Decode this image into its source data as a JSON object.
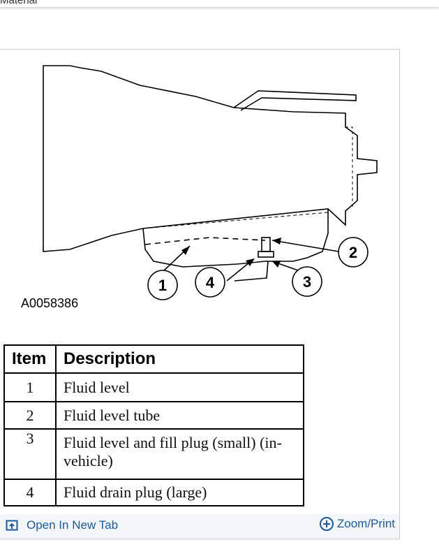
{
  "header": {
    "partial_label": "Material"
  },
  "figure": {
    "id": "A0058386",
    "callouts": [
      "1",
      "2",
      "3",
      "4"
    ]
  },
  "table": {
    "headers": [
      "Item",
      "Description"
    ],
    "rows": [
      {
        "item": "1",
        "description": "Fluid level"
      },
      {
        "item": "2",
        "description": "Fluid level tube"
      },
      {
        "item": "3",
        "description": "Fluid level and fill plug (small) (in-vehicle)"
      },
      {
        "item": "4",
        "description": "Fluid drain plug (large)"
      }
    ]
  },
  "footer": {
    "open_label": "Open In New Tab",
    "zoom_label": "Zoom/Print",
    "open_icon": "open-in-new-tab-icon",
    "zoom_icon": "zoom-plus-icon"
  },
  "colors": {
    "link": "#1a5aa6",
    "footer_bg": "#f3f6fa"
  }
}
